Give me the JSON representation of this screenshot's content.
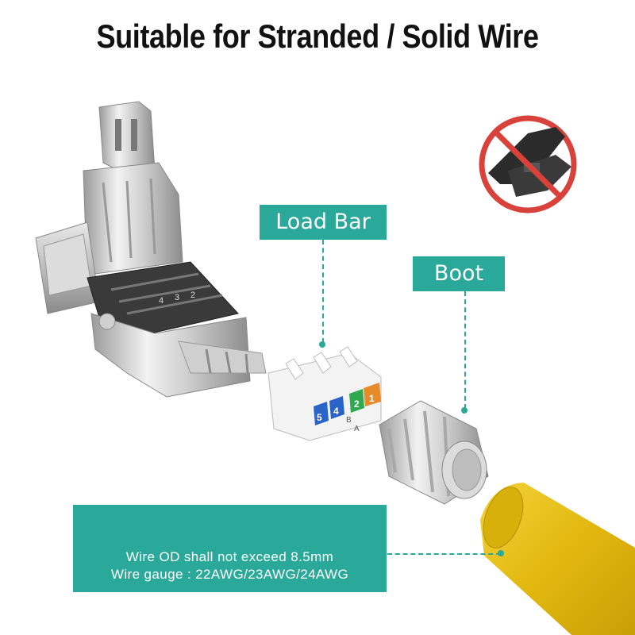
{
  "title": "Suitable for Stranded / Solid Wire",
  "labels": {
    "load_bar": "Load Bar",
    "boot": "Boot"
  },
  "load_bar_markings": [
    "5",
    "4",
    "B",
    "A",
    "2",
    "1"
  ],
  "plug_markings": [
    "4",
    "3",
    "2"
  ],
  "info": {
    "line1": "Wire OD shall not exceed 8.5mm",
    "line2": "Wire gauge : 22AWG/23AWG/24AWG"
  },
  "colors": {
    "accent": "#2aa99a",
    "cable_yellow": "#e8c21a",
    "prohibit_red": "#d9423a"
  },
  "icons": [
    "no-crimping-tool-icon"
  ]
}
